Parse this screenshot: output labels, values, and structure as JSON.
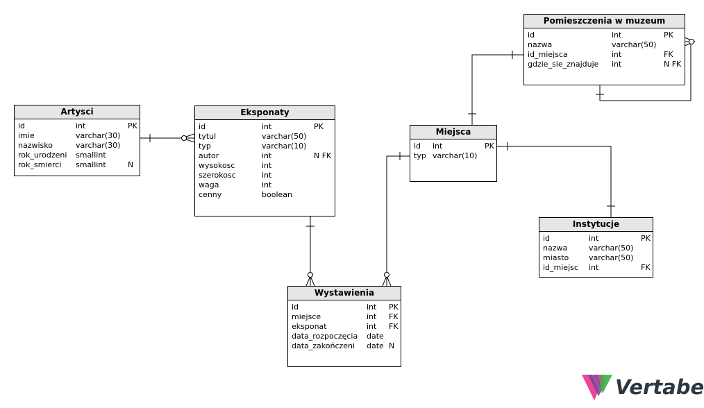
{
  "entities": {
    "artysci": {
      "name": "Artysci",
      "columns": [
        {
          "name": "id",
          "type": "int",
          "key": "PK"
        },
        {
          "name": "imie",
          "type": "varchar(30)",
          "key": ""
        },
        {
          "name": "nazwisko",
          "type": "varchar(30)",
          "key": ""
        },
        {
          "name": "rok_urodzeni",
          "type": "smallint",
          "key": ""
        },
        {
          "name": "rok_smierci",
          "type": "smallint",
          "key": "N"
        }
      ]
    },
    "eksponaty": {
      "name": "Eksponaty",
      "columns": [
        {
          "name": "id",
          "type": "int",
          "key": "PK"
        },
        {
          "name": "tytul",
          "type": "varchar(50)",
          "key": ""
        },
        {
          "name": "typ",
          "type": "varchar(10)",
          "key": ""
        },
        {
          "name": "autor",
          "type": "int",
          "key": "N FK"
        },
        {
          "name": "wysokosc",
          "type": "int",
          "key": ""
        },
        {
          "name": "szerokosc",
          "type": "int",
          "key": ""
        },
        {
          "name": "waga",
          "type": "int",
          "key": ""
        },
        {
          "name": "cenny",
          "type": "boolean",
          "key": ""
        }
      ]
    },
    "wystawienia": {
      "name": "Wystawienia",
      "columns": [
        {
          "name": "id",
          "type": "int",
          "key": "PK"
        },
        {
          "name": "miejsce",
          "type": "int",
          "key": "FK"
        },
        {
          "name": "eksponat",
          "type": "int",
          "key": "FK"
        },
        {
          "name": "data_rozpoczęcia",
          "type": "date",
          "key": ""
        },
        {
          "name": "data_zakończeni",
          "type": "date",
          "key": "N"
        }
      ]
    },
    "miejsca": {
      "name": "Miejsca",
      "columns": [
        {
          "name": "id",
          "type": "int",
          "key": "PK"
        },
        {
          "name": "typ",
          "type": "varchar(10)",
          "key": ""
        }
      ]
    },
    "pomieszczenia": {
      "name": "Pomieszczenia w muzeum",
      "columns": [
        {
          "name": "id",
          "type": "int",
          "key": "PK"
        },
        {
          "name": "nazwa",
          "type": "varchar(50)",
          "key": ""
        },
        {
          "name": "id_miejsca",
          "type": "int",
          "key": "FK"
        },
        {
          "name": "gdzie_sie_znajduje",
          "type": "int",
          "key": "N FK"
        }
      ]
    },
    "instytucje": {
      "name": "Instytucje",
      "columns": [
        {
          "name": "id",
          "type": "int",
          "key": "PK"
        },
        {
          "name": "nazwa",
          "type": "varchar(50)",
          "key": ""
        },
        {
          "name": "miasto",
          "type": "varchar(50)",
          "key": ""
        },
        {
          "name": "id_miejsc",
          "type": "int",
          "key": "FK"
        }
      ]
    }
  },
  "logo": {
    "text": "Vertabelo",
    "colors": [
      "#e8338b",
      "#7b3f98",
      "#3fae49",
      "#2d3740"
    ]
  }
}
